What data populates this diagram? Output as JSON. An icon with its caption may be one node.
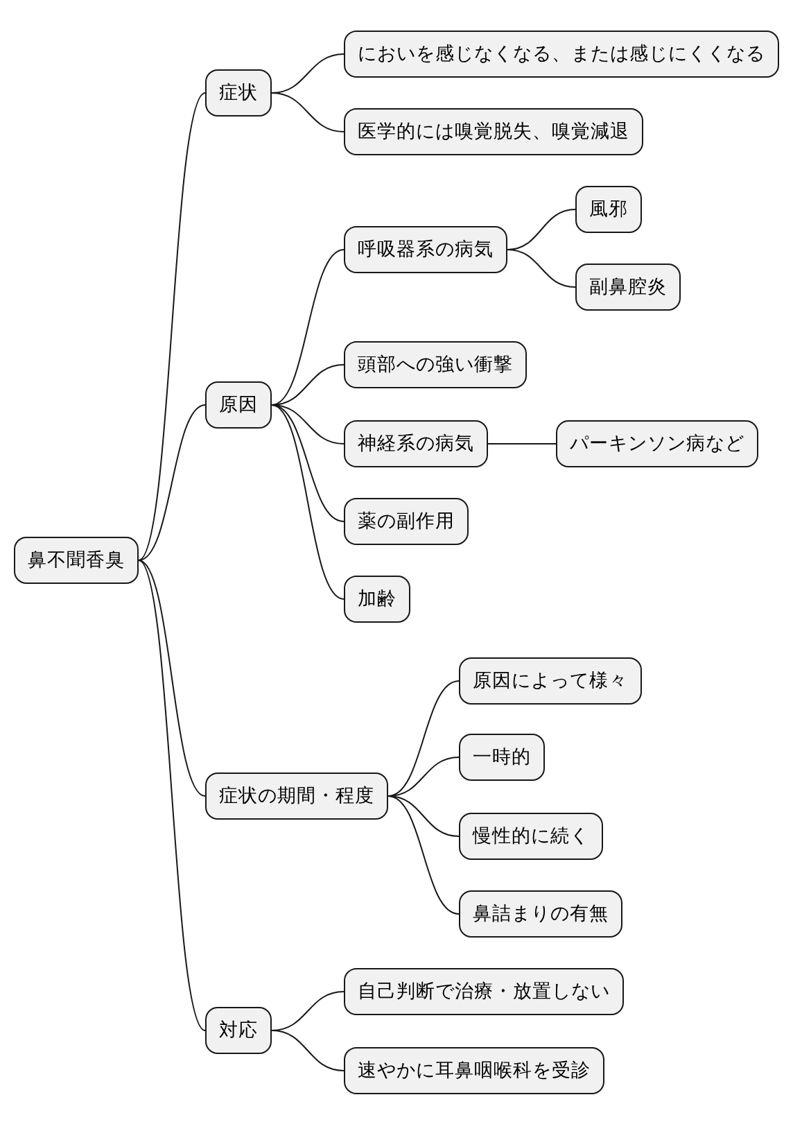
{
  "diagram": {
    "nodes": [
      {
        "text": [
          "鼻不聞香臭"
        ]
      },
      {
        "text": [
          "症状"
        ]
      },
      {
        "text": [
          "においを感じなくなる、または感じにくくなる"
        ]
      },
      {
        "text": [
          "医学的には嗅覚脱失、嗅覚減退"
        ]
      },
      {
        "text": [
          "原因"
        ]
      },
      {
        "text": [
          "呼吸器系の病気"
        ]
      },
      {
        "text": [
          "風邪"
        ]
      },
      {
        "text": [
          "副鼻腔炎"
        ]
      },
      {
        "text": [
          "頭部への強い衝撃"
        ]
      },
      {
        "text": [
          "神経系の病気"
        ]
      },
      {
        "text": [
          "パーキンソン病など"
        ]
      },
      {
        "text": [
          "薬の副作用"
        ]
      },
      {
        "text": [
          "加齢"
        ]
      },
      {
        "text": [
          "症状の期間・程度"
        ]
      },
      {
        "text": [
          "原因によって様々"
        ]
      },
      {
        "text": [
          "一時的"
        ]
      },
      {
        "text": [
          "慢性的に続く"
        ]
      },
      {
        "text": [
          "鼻詰まりの有無"
        ]
      },
      {
        "text": [
          "対応"
        ]
      },
      {
        "text": [
          "自己判断で治療・放置しない"
        ]
      },
      {
        "text": [
          "速やかに耳鼻咽喉科を受診"
        ]
      }
    ],
    "edges": [
      {
        "from": 0,
        "to": 1,
        "arrow": "none"
      },
      {
        "from": 1,
        "to": 2,
        "arrow": "none"
      },
      {
        "from": 1,
        "to": 3,
        "arrow": "none"
      },
      {
        "from": 0,
        "to": 4,
        "arrow": "none"
      },
      {
        "from": 4,
        "to": 5,
        "arrow": "none"
      },
      {
        "from": 5,
        "to": 6,
        "arrow": "none"
      },
      {
        "from": 5,
        "to": 7,
        "arrow": "none"
      },
      {
        "from": 4,
        "to": 8,
        "arrow": "none"
      },
      {
        "from": 4,
        "to": 9,
        "arrow": "none"
      },
      {
        "from": 9,
        "to": 10,
        "arrow": "none"
      },
      {
        "from": 4,
        "to": 11,
        "arrow": "none"
      },
      {
        "from": 4,
        "to": 12,
        "arrow": "none"
      },
      {
        "from": 0,
        "to": 13,
        "arrow": "none"
      },
      {
        "from": 13,
        "to": 14,
        "arrow": "none"
      },
      {
        "from": 13,
        "to": 15,
        "arrow": "none"
      },
      {
        "from": 13,
        "to": 16,
        "arrow": "none"
      },
      {
        "from": 13,
        "to": 17,
        "arrow": "none"
      },
      {
        "from": 0,
        "to": 18,
        "arrow": "none"
      },
      {
        "from": 18,
        "to": 19,
        "arrow": "none"
      },
      {
        "from": 18,
        "to": 20,
        "arrow": "none"
      }
    ]
  }
}
